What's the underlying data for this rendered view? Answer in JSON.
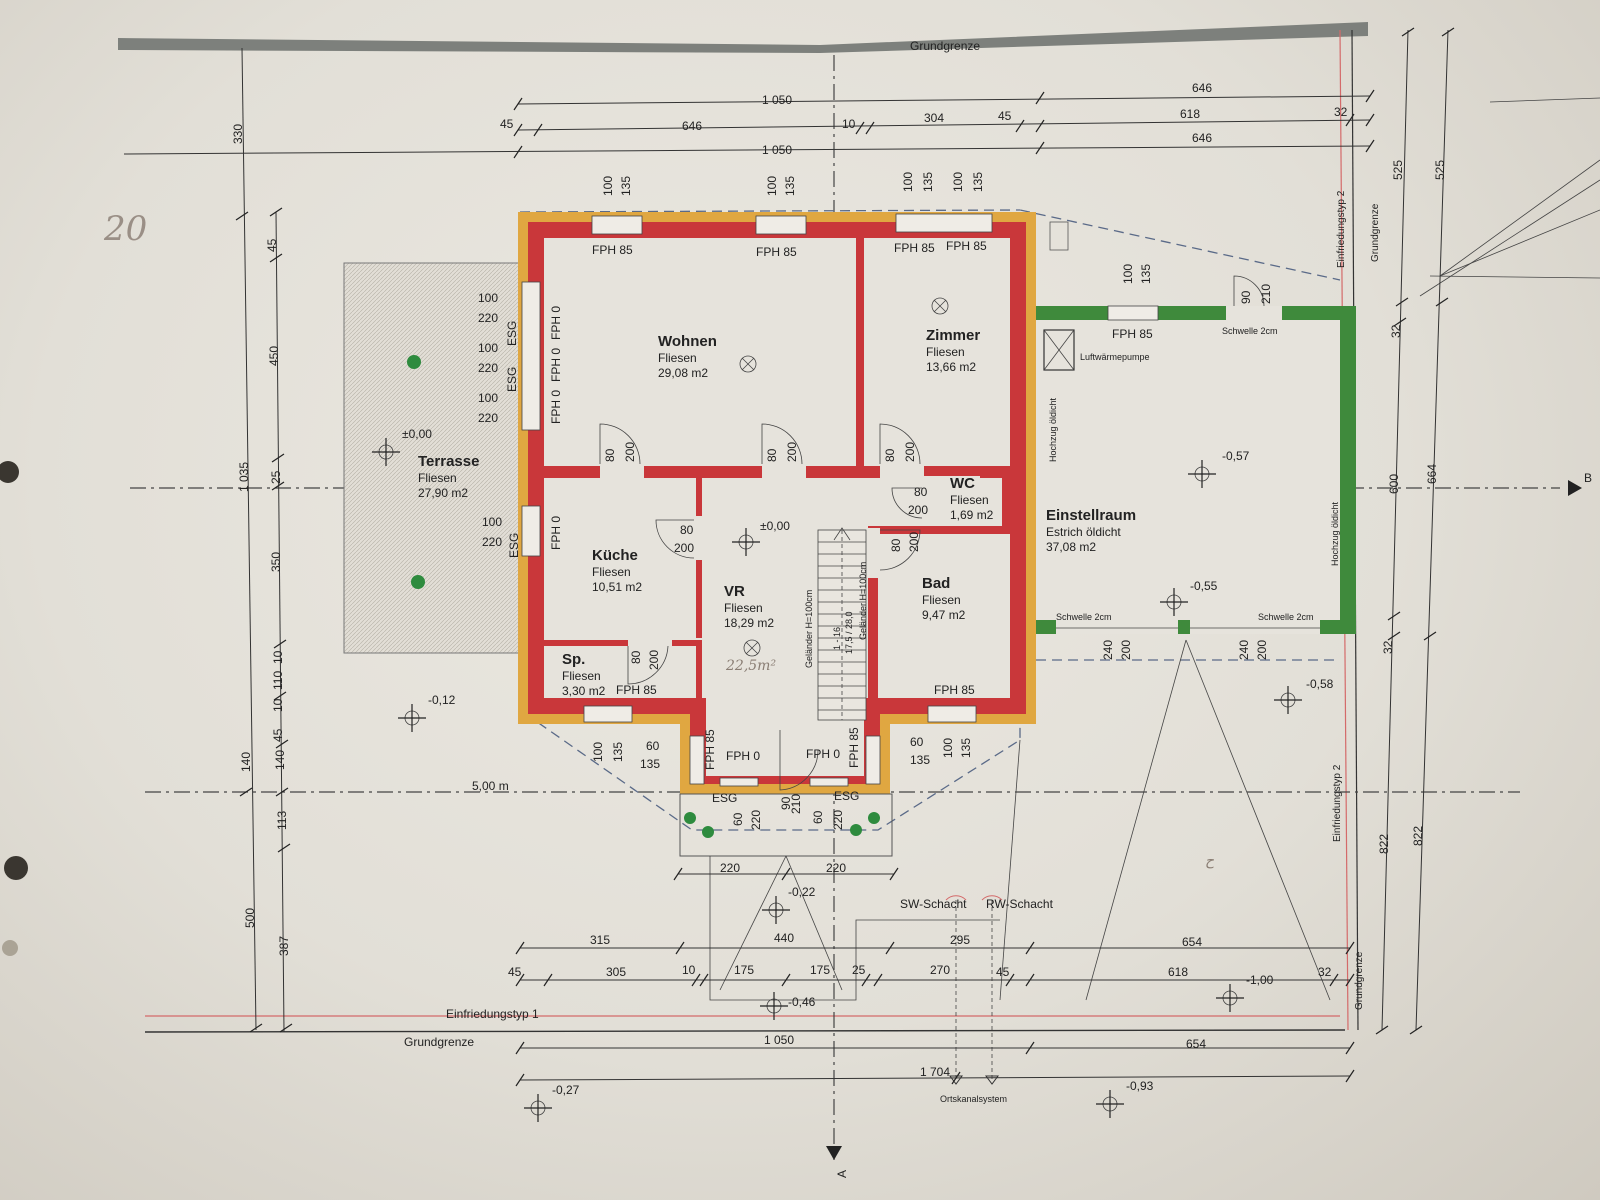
{
  "annotations": {
    "handwritten_top": "20",
    "handwritten_vr": "22,5m²",
    "handwritten_bottom": "ح"
  },
  "rooms": [
    {
      "key": "wohnen",
      "name": "Wohnen",
      "floor": "Fliesen",
      "area": "29,08 m2"
    },
    {
      "key": "zimmer",
      "name": "Zimmer",
      "floor": "Fliesen",
      "area": "13,66 m2"
    },
    {
      "key": "terrasse",
      "name": "Terrasse",
      "floor": "Fliesen",
      "area": "27,90 m2"
    },
    {
      "key": "kueche",
      "name": "Küche",
      "floor": "Fliesen",
      "area": "10,51 m2"
    },
    {
      "key": "vr",
      "name": "VR",
      "floor": "Fliesen",
      "area": "18,29 m2"
    },
    {
      "key": "wc",
      "name": "WC",
      "floor": "Fliesen",
      "area": "1,69 m2"
    },
    {
      "key": "bad",
      "name": "Bad",
      "floor": "Fliesen",
      "area": "9,47 m2"
    },
    {
      "key": "sp",
      "name": "Sp.",
      "floor": "Fliesen",
      "area": "3,30 m2"
    },
    {
      "key": "einstellraum",
      "name": "Einstellraum",
      "floor": "Estrich öldicht",
      "area": "37,08 m2"
    }
  ],
  "labels": {
    "grundgrenze": "Grundgrenze",
    "einfriedung1": "Einfriedungstyp 1",
    "einfriedung2": "Einfriedungstyp 2",
    "luftwaermepumpe": "Luftwärmepumpe",
    "schwelle": "Schwelle 2cm",
    "hochzug": "Hochzug öldicht",
    "gelaender": "Geländer H=100cm",
    "stair": "17,5 / 28,0",
    "sw_schacht": "SW-Schacht",
    "rw_schacht": "RW-Schacht",
    "ortskanal": "Ortskanalsystem",
    "distance_5m": "5,00 m",
    "section_a": "A",
    "section_b": "B",
    "stair_count": "1 - 16"
  },
  "openings": {
    "fph85": "FPH 85",
    "fph0": "FPH 0",
    "esg": "ESG"
  },
  "levels": {
    "terrasse": "±0,00",
    "vr": "±0,00",
    "einstell_1": "-0,57",
    "einstell_2": "-0,55",
    "right_out": "-0,58",
    "left_out": "-0,12",
    "entry": "-0,22",
    "bottom_mid": "-0,46",
    "bottom_right": "-1,00",
    "bl": "-0,27",
    "br": "-0,93"
  },
  "dimensions": {
    "top_row1": [
      "1 050",
      "646"
    ],
    "top_row2": [
      "45",
      "646",
      "10",
      "304",
      "45",
      "618",
      "32"
    ],
    "top_row3": [
      "1 050",
      "646"
    ],
    "left_outer": [
      "330",
      "1 035",
      "140",
      "500"
    ],
    "left_inner": [
      "45",
      "450",
      "25",
      "350",
      "10",
      "110",
      "10",
      "45",
      "140",
      "113",
      "387"
    ],
    "right_outer": [
      "525",
      "664",
      "822"
    ],
    "right_inner": [
      "525",
      "600",
      "32",
      "32",
      "822"
    ],
    "bottom_row1": [
      "220",
      "220"
    ],
    "bottom_row2": [
      "315",
      "440",
      "295",
      "654"
    ],
    "bottom_row3": [
      "45",
      "305",
      "10",
      "175",
      "175",
      "25",
      "270",
      "45",
      "618",
      "32"
    ],
    "bottom_row4": [
      "1 050",
      "654"
    ],
    "bottom_row5": [
      "1 704"
    ]
  },
  "window_dims": {
    "h100": "100",
    "h135": "135",
    "h220": "220",
    "d80": "80",
    "d200": "200",
    "d90": "90",
    "d210": "210",
    "d60": "60",
    "d240": "240"
  }
}
